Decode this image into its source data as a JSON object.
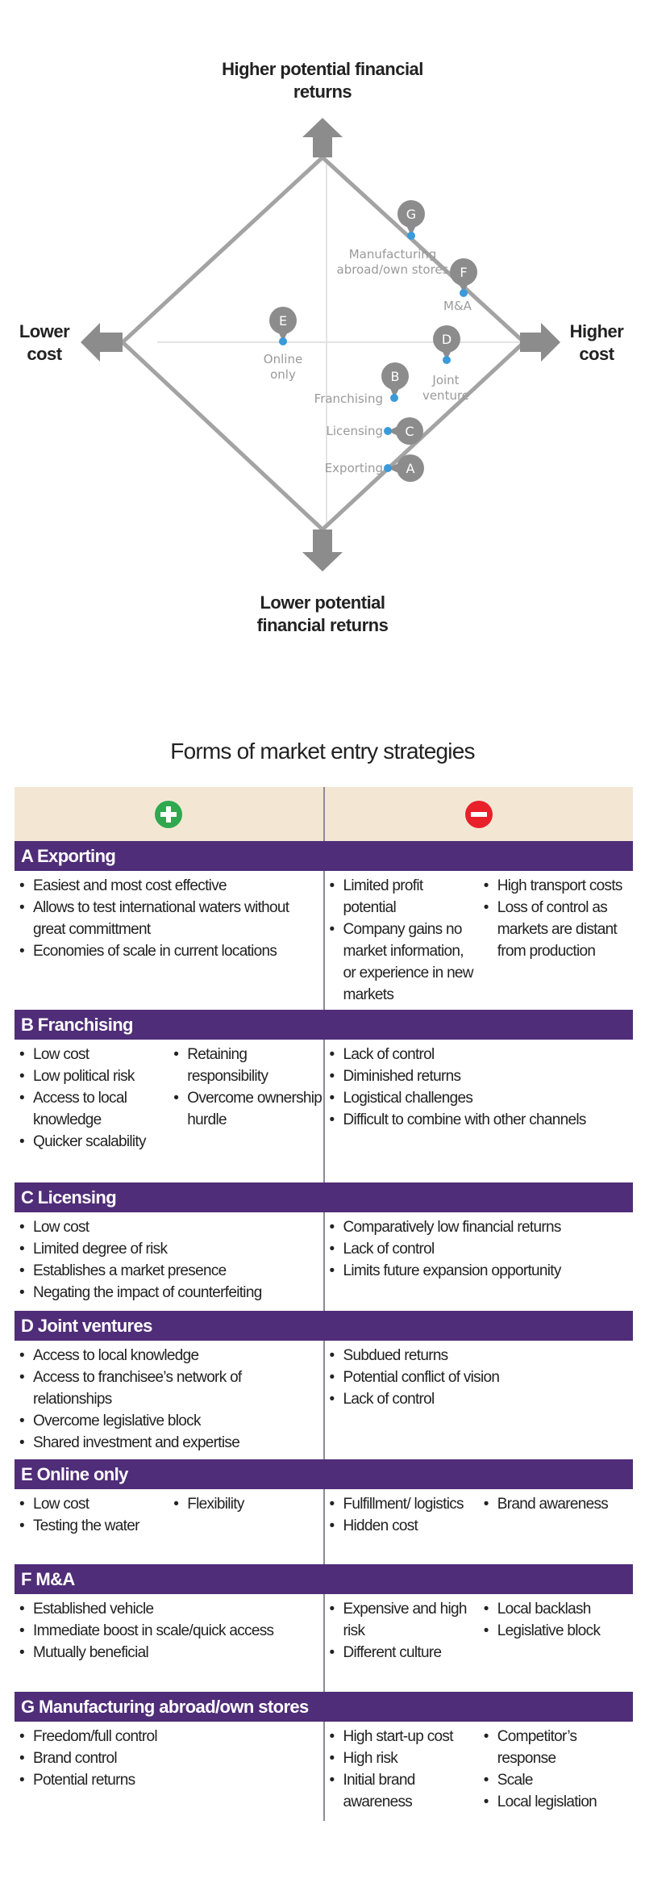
{
  "diagram": {
    "axes": {
      "top": "Higher potential financial returns",
      "bottom": "Lower potential financial returns",
      "left": "Lower cost",
      "right": "Higher cost"
    },
    "points": [
      {
        "letter": "G",
        "label": "Manufacturing abroad/own stores"
      },
      {
        "letter": "F",
        "label": "M&A"
      },
      {
        "letter": "E",
        "label": "Online only"
      },
      {
        "letter": "D",
        "label": "Joint venture"
      },
      {
        "letter": "B",
        "label": "Franchising"
      },
      {
        "letter": "C",
        "label": "Licensing"
      },
      {
        "letter": "A",
        "label": "Exporting"
      }
    ],
    "colors": {
      "marker": "#8c8c8c",
      "dot": "#3b9ad9",
      "line": "#a3a3a3"
    }
  },
  "table": {
    "title": "Forms of market entry strategies",
    "pros_icon": "plus-icon",
    "cons_icon": "minus-icon",
    "colors": {
      "header_bg": "#f3e7d3",
      "section_bar": "#4f2d78",
      "pros": "#2fa84f",
      "cons": "#e8202a"
    },
    "sections": [
      {
        "title": "A Exporting",
        "pros": [
          [
            "Easiest and most cost effective",
            "Allows to test international waters without great committment",
            "Economies of scale in current locations"
          ]
        ],
        "cons": [
          [
            "Limited profit potential",
            "Company gains no market information, or experience in new markets"
          ],
          [
            "High transport costs",
            "Loss of control as markets are distant from production"
          ]
        ]
      },
      {
        "title": "B Franchising",
        "pros": [
          [
            "Low cost",
            "Low political risk",
            "Access to local knowledge",
            "Quicker scalability"
          ],
          [
            "Retaining responsibility",
            "Overcome ownership hurdle"
          ]
        ],
        "cons": [
          [
            "Lack of control",
            "Diminished returns",
            "Logistical challenges",
            "Difficult to combine with other channels"
          ]
        ]
      },
      {
        "title": "C Licensing",
        "pros": [
          [
            "Low cost",
            "Limited degree of risk",
            "Establishes a market presence",
            "Negating the impact of counterfeiting"
          ]
        ],
        "cons": [
          [
            "Comparatively low financial returns",
            "Lack of control",
            "Limits future expansion opportunity"
          ]
        ]
      },
      {
        "title": "D Joint ventures",
        "pros": [
          [
            "Access to local knowledge",
            "Access to franchisee’s network of relationships",
            "Overcome legislative block",
            "Shared investment and expertise"
          ]
        ],
        "cons": [
          [
            "Subdued returns",
            "Potential conflict of vision",
            "Lack of control"
          ]
        ]
      },
      {
        "title": "E Online only",
        "pros": [
          [
            "Low cost",
            "Testing the water"
          ],
          [
            "Flexibility"
          ]
        ],
        "cons": [
          [
            "Fulfillment/ logistics",
            "Hidden cost"
          ],
          [
            "Brand awareness"
          ]
        ]
      },
      {
        "title": "F M&A",
        "pros": [
          [
            "Established vehicle",
            "Immediate boost in scale/quick access",
            "Mutually beneficial"
          ]
        ],
        "cons": [
          [
            "Expensive and high risk",
            "Different culture"
          ],
          [
            "Local backlash",
            "Legislative block"
          ]
        ]
      },
      {
        "title": "G Manufacturing abroad/own stores",
        "pros": [
          [
            "Freedom/full control",
            "Brand control",
            "Potential returns"
          ]
        ],
        "cons": [
          [
            "High start-up cost",
            "High risk",
            "Initial brand awareness"
          ],
          [
            "Competitor’s response",
            "Scale",
            "Local legislation"
          ]
        ]
      }
    ]
  }
}
